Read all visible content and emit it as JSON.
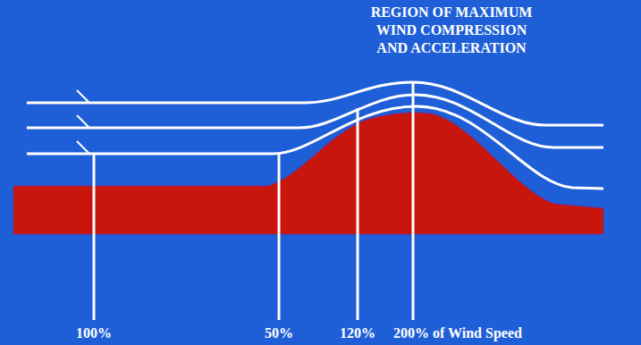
{
  "diagram": {
    "labels": [
      "REGION OF MAXIMUM WIND COMPRESSION AND ACCELERATION",
      "100%",
      "50%",
      "120%",
      "200% of Wind Speed"
    ]
  }
}
